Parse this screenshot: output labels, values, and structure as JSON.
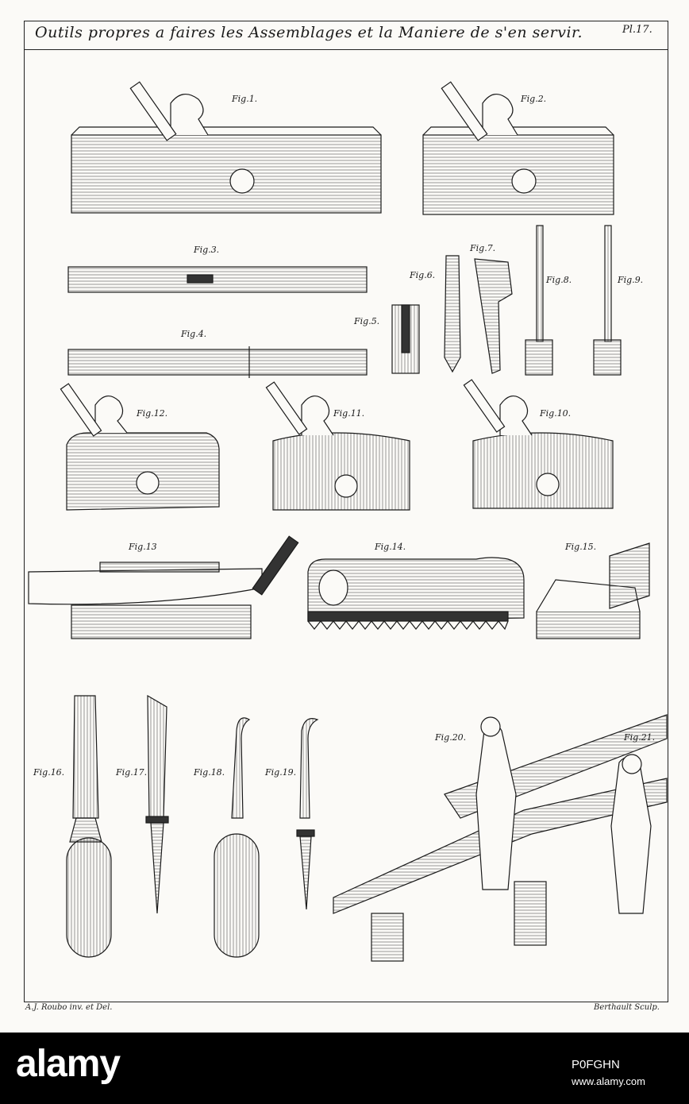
{
  "plate": {
    "title": "Outils propres a faires les Assemblages et la Maniere de s'en servir.",
    "number": "Pl.17."
  },
  "figures": [
    {
      "label": "Fig.1."
    },
    {
      "label": "Fig.2."
    },
    {
      "label": "Fig.3."
    },
    {
      "label": "Fig.4."
    },
    {
      "label": "Fig.5."
    },
    {
      "label": "Fig.6."
    },
    {
      "label": "Fig.7."
    },
    {
      "label": "Fig.8."
    },
    {
      "label": "Fig.9."
    },
    {
      "label": "Fig.12."
    },
    {
      "label": "Fig.11."
    },
    {
      "label": "Fig.10."
    },
    {
      "label": "Fig.13"
    },
    {
      "label": "Fig.14."
    },
    {
      "label": "Fig.15."
    },
    {
      "label": "Fig.16."
    },
    {
      "label": "Fig.17."
    },
    {
      "label": "Fig.18."
    },
    {
      "label": "Fig.19."
    },
    {
      "label": "Fig.20."
    },
    {
      "label": "Fig.21."
    }
  ],
  "credits": {
    "left": "A.J. Roubo inv. et Del.",
    "right": "Berthault Sculp."
  },
  "watermark": {
    "brand": "alamy",
    "code": "P0FGHN",
    "url": "www.alamy.com"
  },
  "colors": {
    "ink": "#1a1a1a",
    "paper": "#fbfaf7",
    "band": "#000000"
  }
}
